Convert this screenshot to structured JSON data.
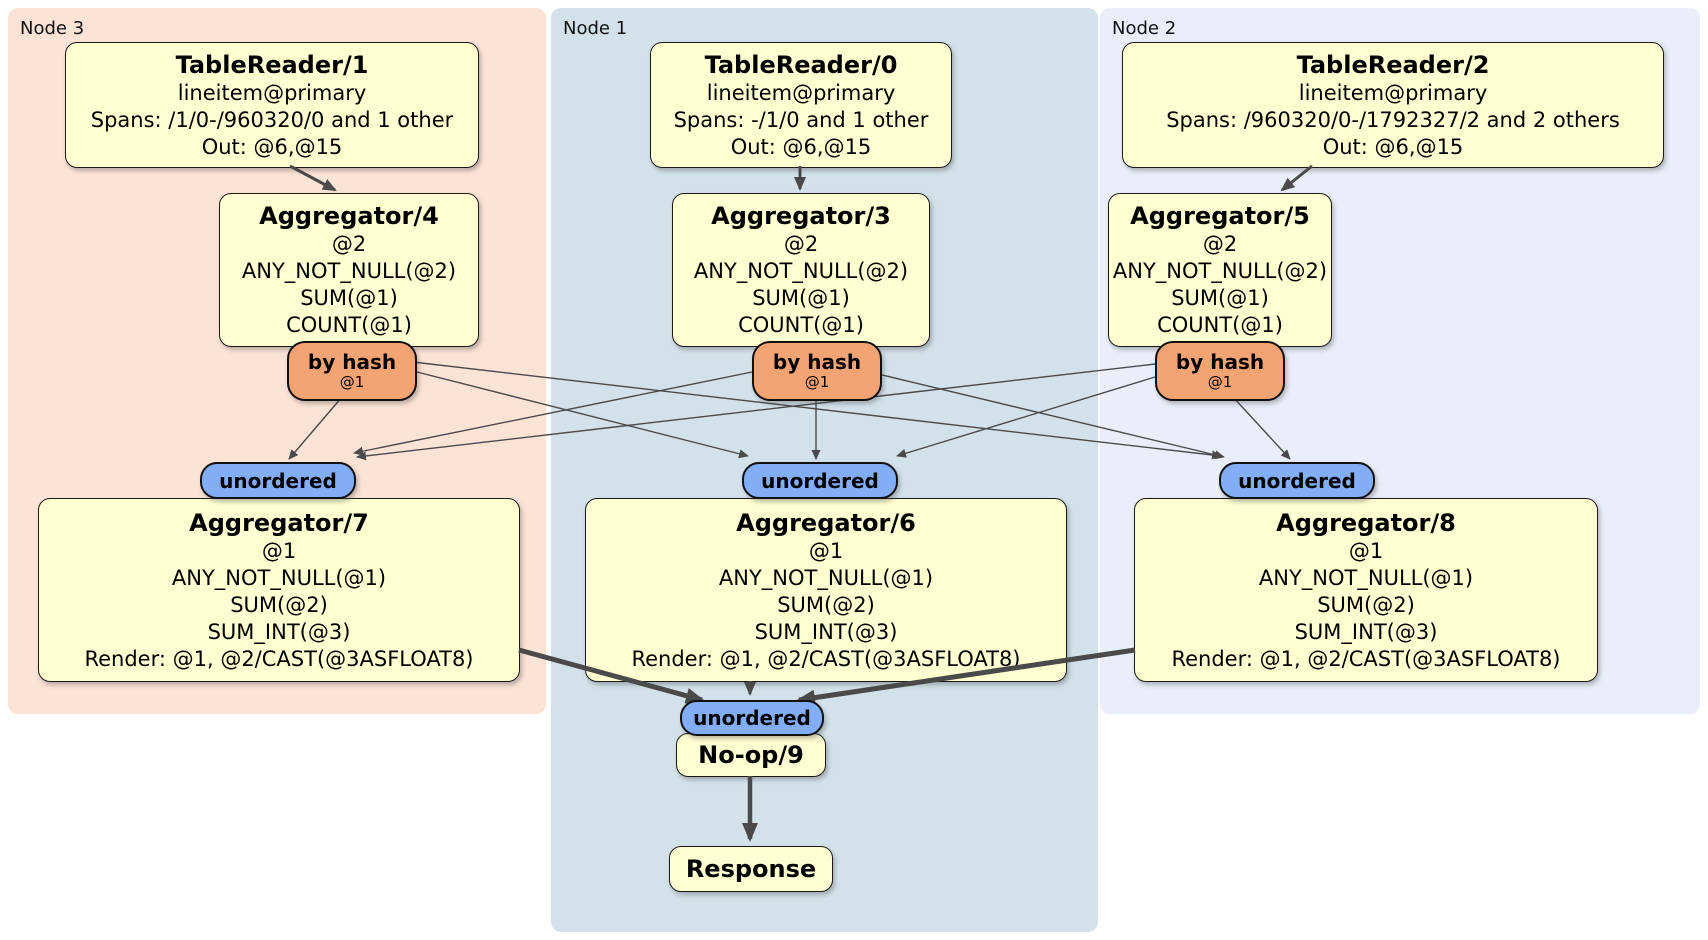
{
  "nodes": [
    {
      "label": "Node 3",
      "table_reader": {
        "title": "TableReader/1",
        "lines": [
          "lineitem@primary",
          "Spans: /1/0-/960320/0 and 1 other",
          "Out: @6,@15"
        ]
      },
      "aggregator_top": {
        "title": "Aggregator/4",
        "lines": [
          "@2",
          "ANY_NOT_NULL(@2)",
          "SUM(@1)",
          "COUNT(@1)"
        ]
      },
      "router": {
        "label": "by hash",
        "arg": "@1"
      },
      "stream": {
        "label": "unordered"
      },
      "aggregator_bottom": {
        "title": "Aggregator/7",
        "lines": [
          "@1",
          "ANY_NOT_NULL(@1)",
          "SUM(@2)",
          "SUM_INT(@3)",
          "Render: @1, @2/CAST(@3ASFLOAT8)"
        ]
      }
    },
    {
      "label": "Node 1",
      "table_reader": {
        "title": "TableReader/0",
        "lines": [
          "lineitem@primary",
          "Spans: -/1/0 and 1 other",
          "Out: @6,@15"
        ]
      },
      "aggregator_top": {
        "title": "Aggregator/3",
        "lines": [
          "@2",
          "ANY_NOT_NULL(@2)",
          "SUM(@1)",
          "COUNT(@1)"
        ]
      },
      "router": {
        "label": "by hash",
        "arg": "@1"
      },
      "stream": {
        "label": "unordered"
      },
      "aggregator_bottom": {
        "title": "Aggregator/6",
        "lines": [
          "@1",
          "ANY_NOT_NULL(@1)",
          "SUM(@2)",
          "SUM_INT(@3)",
          "Render: @1, @2/CAST(@3ASFLOAT8)"
        ]
      }
    },
    {
      "label": "Node 2",
      "table_reader": {
        "title": "TableReader/2",
        "lines": [
          "lineitem@primary",
          "Spans: /960320/0-/1792327/2 and 2 others",
          "Out: @6,@15"
        ]
      },
      "aggregator_top": {
        "title": "Aggregator/5",
        "lines": [
          "@2",
          "ANY_NOT_NULL(@2)",
          "SUM(@1)",
          "COUNT(@1)"
        ]
      },
      "router": {
        "label": "by hash",
        "arg": "@1"
      },
      "stream": {
        "label": "unordered"
      },
      "aggregator_bottom": {
        "title": "Aggregator/8",
        "lines": [
          "@1",
          "ANY_NOT_NULL(@1)",
          "SUM(@2)",
          "SUM_INT(@3)",
          "Render: @1, @2/CAST(@3ASFLOAT8)"
        ]
      }
    }
  ],
  "final_stage": {
    "stream_label": "unordered",
    "noop_title": "No-op/9",
    "response_title": "Response"
  },
  "colors": {
    "node3_bg": "#fce3d5",
    "node1_bg": "#d3e1ea",
    "node2_bg": "#e9eefa",
    "operator_box_bg": "#ffffd2",
    "hash_router_bg": "#f4a473",
    "stream_pill_bg": "#82aef8",
    "edge": "#4a4a4a",
    "box_border": "#1a1a1a"
  }
}
